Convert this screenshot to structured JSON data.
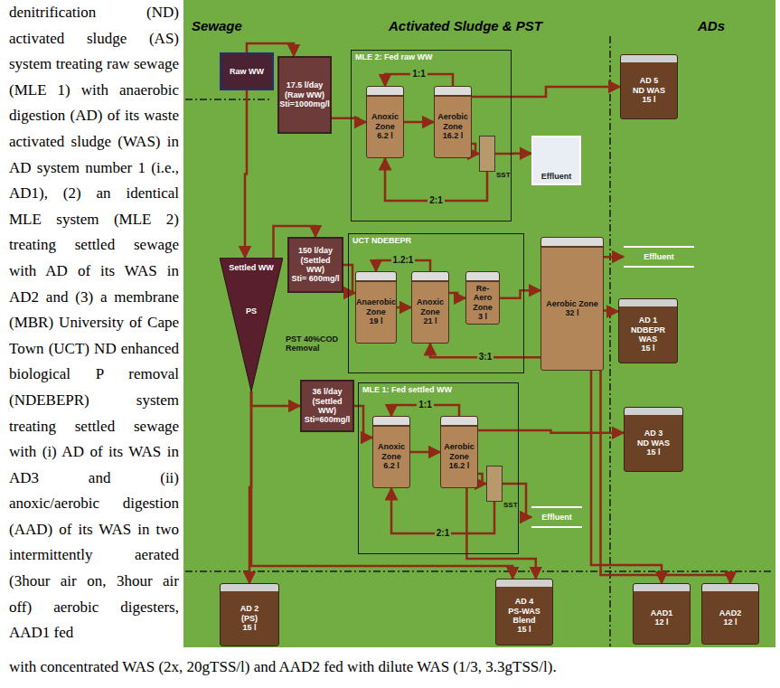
{
  "diagram": {
    "nodes": [
      {
        "text": [
          "Raw WW"
        ]
      },
      {
        "text": [
          "17.5 l/day",
          "(Raw WW)",
          "Sti=1000mg/l"
        ]
      },
      {
        "text": [
          "MLE 2: Fed raw WW"
        ]
      },
      {
        "text": [
          "Anoxic Zone",
          "6.2 l"
        ],
        "in": 2
      },
      {
        "text": [
          "Aerobic Zone",
          "16.2 l"
        ],
        "in": 2
      },
      {
        "text": [
          "SST"
        ],
        "in": 2
      },
      {
        "text": [
          "Effluent"
        ]
      },
      {
        "text": [
          "AD 5",
          "ND WAS",
          "15 l"
        ]
      },
      {
        "text": [
          "UCT NDEBEPR"
        ]
      },
      {
        "text": [
          "Anaerobic Zone",
          "19 l"
        ],
        "in": 8
      },
      {
        "text": [
          "Anoxic Zone",
          "21 l"
        ],
        "in": 8
      },
      {
        "text": [
          "Re-Aero Zone",
          "3 l"
        ],
        "in": 8
      },
      {
        "text": [
          "Aerobic Zone",
          "32 l"
        ]
      },
      {
        "text": [
          "Effluent"
        ]
      },
      {
        "text": [
          "AD 1",
          "NDBEPR",
          "WAS",
          "15 l"
        ]
      },
      {
        "text": [
          "Settled WW",
          "PS",
          "PST 40%COD Removal"
        ]
      },
      {
        "text": [
          "150 l/day",
          "(Settled WW)",
          "Sti= 600mg/l"
        ]
      },
      {
        "text": [
          "36 l/day",
          "(Settled WW)",
          "Sti=600mg/l"
        ]
      },
      {
        "text": [
          "MLE 1: Fed settled WW"
        ]
      },
      {
        "text": [
          "Anoxic Zone",
          "6.2 l"
        ],
        "in": 18
      },
      {
        "text": [
          "Aerobic Zone",
          "16.2 l"
        ],
        "in": 18
      },
      {
        "text": [
          "SST"
        ],
        "in": 18
      },
      {
        "text": [
          "Effluent"
        ]
      },
      {
        "text": [
          "AD 3",
          "ND WAS",
          "15 l"
        ]
      },
      {
        "text": [
          "AD 2",
          "(PS)",
          "15 l"
        ]
      },
      {
        "text": [
          "AD 4",
          "PS-WAS Blend",
          "15 l"
        ]
      },
      {
        "text": [
          "AAD1",
          "12 l"
        ]
      },
      {
        "text": [
          "AAD2",
          "12 l"
        ]
      }
    ],
    "edges": [
      {
        "from": 0,
        "to": 1,
        "arrow": "to"
      },
      {
        "from": 1,
        "to": 3,
        "arrow": "to"
      },
      {
        "from": 3,
        "to": 4,
        "arrow": "to"
      },
      {
        "from": 4,
        "to": 3,
        "label": "1:1",
        "arrow": "to"
      },
      {
        "from": 4,
        "to": 5,
        "arrow": "to"
      },
      {
        "from": 5,
        "to": 3,
        "label": "2:1",
        "arrow": "to"
      },
      {
        "from": 5,
        "to": 6,
        "arrow": "to"
      },
      {
        "from": 4,
        "to": 7,
        "arrow": "to"
      },
      {
        "from": 0,
        "to": 15,
        "arrow": "to"
      },
      {
        "from": 15,
        "to": 16,
        "arrow": "to"
      },
      {
        "from": 15,
        "to": 17,
        "arrow": "to"
      },
      {
        "from": 16,
        "to": 9,
        "arrow": "to"
      },
      {
        "from": 17,
        "to": 19,
        "arrow": "to"
      },
      {
        "from": 9,
        "to": 10,
        "arrow": "to"
      },
      {
        "from": 10,
        "to": 11,
        "arrow": "to"
      },
      {
        "from": 11,
        "to": 12,
        "arrow": "to"
      },
      {
        "from": 10,
        "to": 9,
        "label": "1.2:1",
        "arrow": "to"
      },
      {
        "from": 12,
        "to": 10,
        "label": "3:1",
        "arrow": "to"
      },
      {
        "from": 12,
        "to": 13,
        "arrow": "to"
      },
      {
        "from": 12,
        "to": 14,
        "arrow": "to"
      },
      {
        "from": 12,
        "to": 26,
        "arrow": "to"
      },
      {
        "from": 12,
        "to": 27,
        "arrow": "to"
      },
      {
        "from": 19,
        "to": 20,
        "arrow": "to"
      },
      {
        "from": 20,
        "to": 19,
        "label": "1:1",
        "arrow": "to"
      },
      {
        "from": 20,
        "to": 21,
        "arrow": "to"
      },
      {
        "from": 21,
        "to": 19,
        "label": "2:1",
        "arrow": "to"
      },
      {
        "from": 21,
        "to": 22,
        "arrow": "to"
      },
      {
        "from": 20,
        "to": 23,
        "arrow": "to"
      },
      {
        "from": 15,
        "to": 24,
        "arrow": "to"
      },
      {
        "from": 15,
        "to": 25,
        "arrow": "to"
      },
      {
        "from": 20,
        "to": 25,
        "arrow": "to"
      }
    ],
    "labels": [
      "denitrification (ND) activated sludge (AS) system treating raw sewage (MLE 1) with anaerobic digestion (AD) of its waste activated sludge (WAS) in AD system number 1 (i.e., AD1), (2) an identical MLE system (MLE 2) treating settled sewage with AD of its WAS in AD2 and (3) a membrane (MBR) University of Cape Town (UCT) ND enhanced biological P removal (NDEBEPR) system treating settled sewage with (i) AD of its WAS in AD3 and (ii) anoxic/aerobic digestion (AAD) of its WAS in two intermittently aerated (3hour air on, 3hour air off) aerobic digesters, AAD1 fed",
      "Sewage",
      "Activated Sludge & PST",
      "ADs",
      "with concentrated WAS (2x, 20gTSS/l) and AAD2 fed with dilute WAS (1/3, 3.3gTSS/l)."
    ]
  }
}
